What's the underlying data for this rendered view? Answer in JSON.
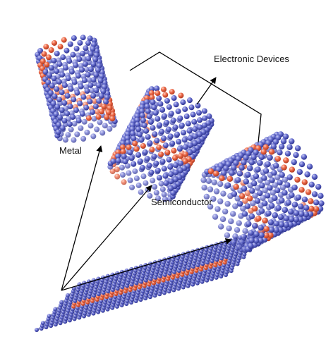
{
  "labels": {
    "metal": "Metal",
    "semiconductor": "Semiconductor",
    "electronic_devices": "Electronic Devices"
  },
  "colors": {
    "atom_blue": "#5b63c7",
    "atom_blue_dark": "#2c3290",
    "atom_orange": "#ee6b4a",
    "atom_orange_dark": "#b23a1f",
    "bond": "#6b6f9a",
    "arrow": "#000000"
  },
  "elements": [
    {
      "id": "graphene-sheet",
      "kind": "graphene"
    },
    {
      "id": "nanotube-metal",
      "kind": "nanotube"
    },
    {
      "id": "nanotube-semiconductor",
      "kind": "nanotube"
    },
    {
      "id": "nanotube-device",
      "kind": "nanotube"
    }
  ]
}
